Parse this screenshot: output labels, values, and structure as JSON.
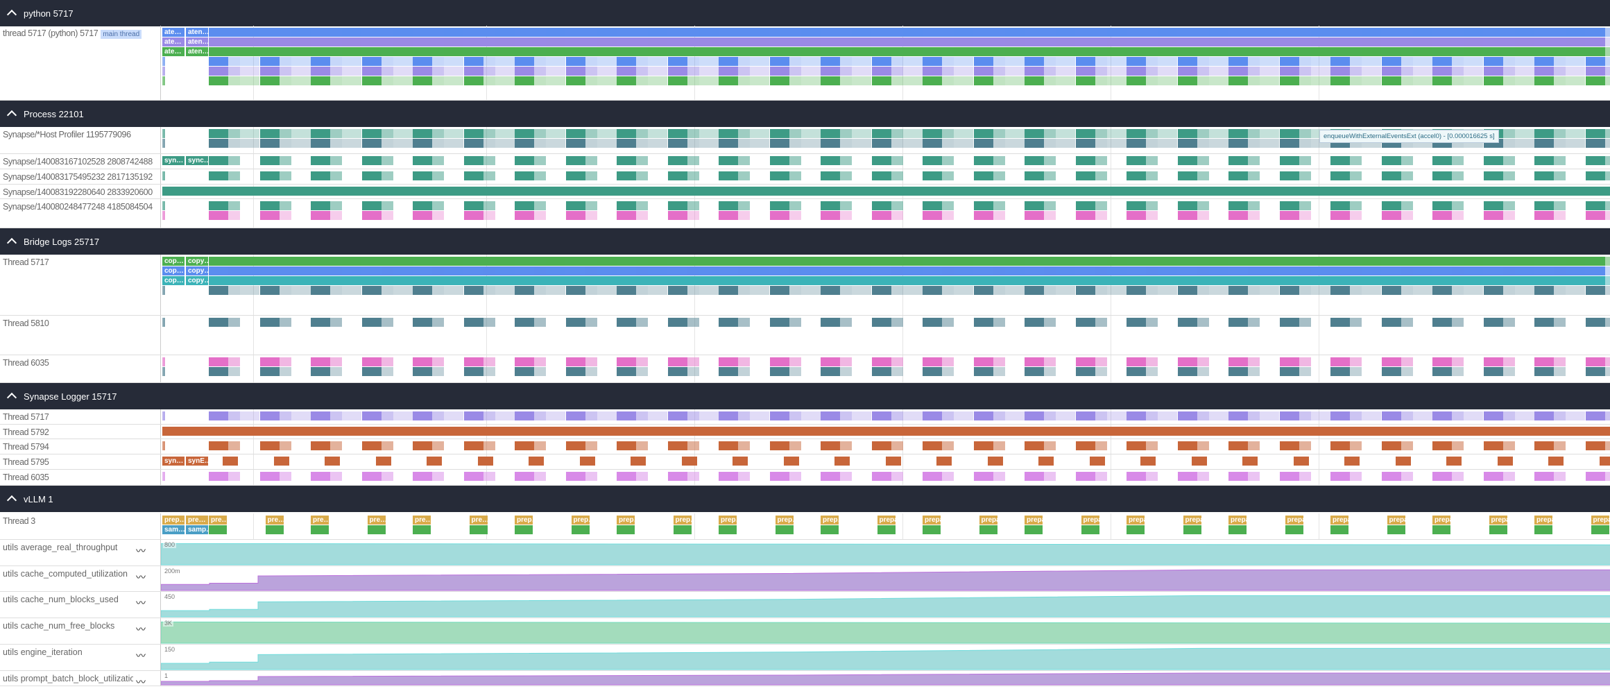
{
  "groups": [
    {
      "title": "python 5717",
      "tracks": [
        {
          "label": "thread 5717 (python) 5717",
          "badge": "main thread",
          "slices": [
            "ate…",
            "aten…"
          ]
        }
      ]
    },
    {
      "title": "Process 22101",
      "tracks": [
        {
          "label": "Synapse/*Host Profiler 1195779096"
        },
        {
          "label": "Synapse/140083167102528 2808742488",
          "slices": [
            "syn…",
            "sync…"
          ]
        },
        {
          "label": "Synapse/140083175495232 2817135192"
        },
        {
          "label": "Synapse/140083192280640 2833920600"
        },
        {
          "label": "Synapse/140080248477248 4185084504"
        }
      ]
    },
    {
      "title": "Bridge Logs 25717",
      "tracks": [
        {
          "label": "Thread 5717",
          "slices": [
            "cop…",
            "copy…"
          ]
        },
        {
          "label": "Thread 5810"
        },
        {
          "label": "Thread 6035"
        }
      ]
    },
    {
      "title": "Synapse Logger 15717",
      "tracks": [
        {
          "label": "Thread 5717"
        },
        {
          "label": "Thread 5792"
        },
        {
          "label": "Thread 5794"
        },
        {
          "label": "Thread 5795",
          "slices": [
            "syn…",
            "synE…"
          ]
        },
        {
          "label": "Thread 6035"
        }
      ]
    },
    {
      "title": "vLLM 1",
      "tracks": [
        {
          "label": "Thread 3",
          "slices": [
            "prep…",
            "pre…",
            "prepa…",
            "sam…",
            "samp…"
          ]
        }
      ],
      "counters": [
        {
          "label": "utils average_real_throughput",
          "max_label": "800",
          "color": "#a3dcdc"
        },
        {
          "label": "utils cache_computed_utilization",
          "max_label": "200m",
          "color": "#bba3dc"
        },
        {
          "label": "utils cache_num_blocks_used",
          "max_label": "450",
          "color": "#a3dcdc"
        },
        {
          "label": "utils cache_num_free_blocks",
          "max_label": "3K",
          "color": "#a3dcbc"
        },
        {
          "label": "utils engine_iteration",
          "max_label": "150",
          "color": "#a3dcdc"
        },
        {
          "label": "utils prompt_batch_block_utilization",
          "max_label": "1",
          "color": "#bba3dc"
        }
      ]
    }
  ],
  "tooltip": "enqueueWithExternalEventsExt (accel0) - [0.000016625 s]",
  "palette": {
    "blue": "#5b8def",
    "purple": "#9a8ae6",
    "green": "#4caf50",
    "teal": "#3d9b85",
    "tealdark": "#4f7f8f",
    "pink": "#e46fc8",
    "orange": "#c8663a",
    "lilac": "#d88ae8",
    "gold": "#d9ab4b",
    "cyan": "#3bb3b8",
    "sky": "#4a9ec5"
  }
}
